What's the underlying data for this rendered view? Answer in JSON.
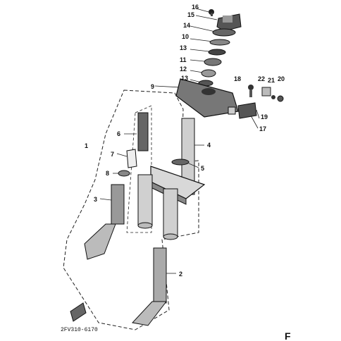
{
  "diagram": {
    "callouts": [
      "16",
      "15",
      "14",
      "10",
      "13",
      "11",
      "12",
      "13",
      "9",
      "18",
      "22",
      "21",
      "20",
      "19",
      "17",
      "1",
      "6",
      "7",
      "8",
      "3",
      "4",
      "5",
      "2"
    ],
    "part_code": "2FV310-6170",
    "corner_mark": "F"
  }
}
